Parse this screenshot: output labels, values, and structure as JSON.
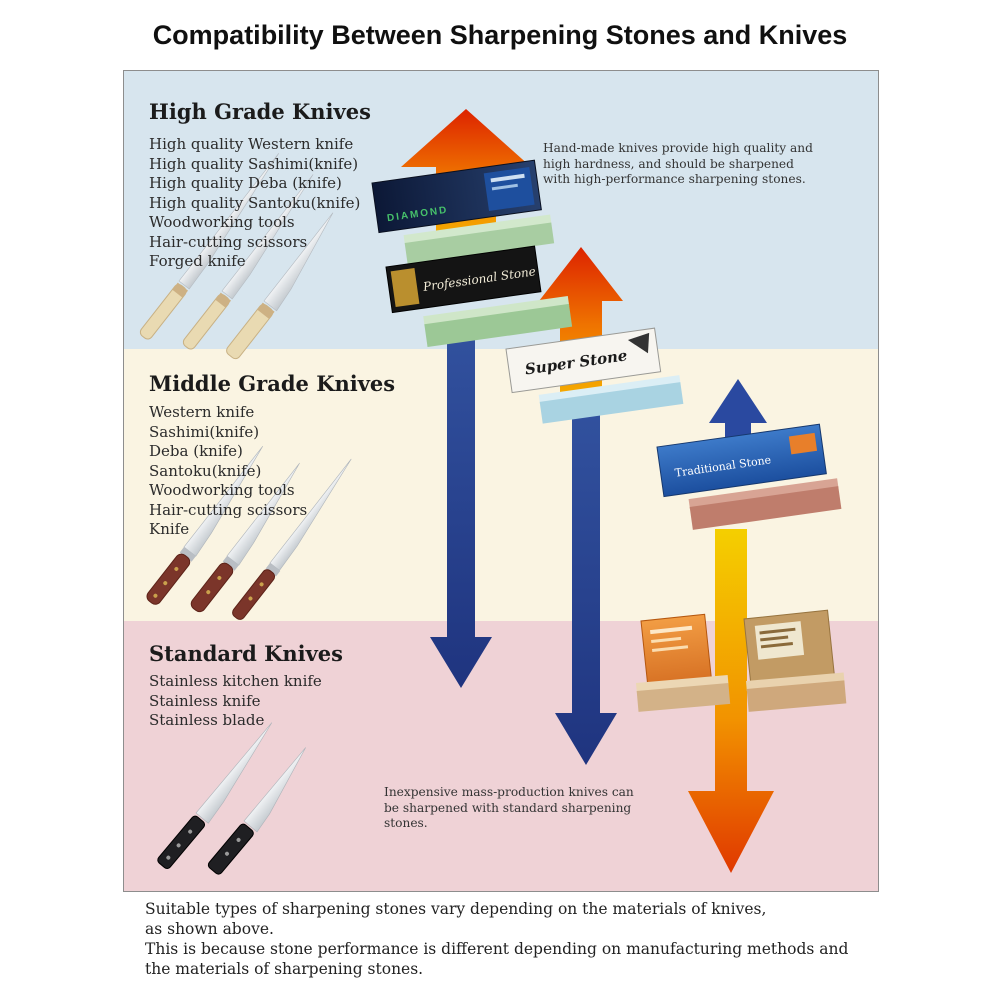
{
  "title": "Compatibility Between Sharpening Stones and Knives",
  "sections": {
    "high": {
      "heading": "High Grade Knives",
      "items": [
        "High quality Western knife",
        "High quality Sashimi(knife)",
        "High quality Deba (knife)",
        "High quality Santoku(knife)",
        "Woodworking tools",
        "Hair-cutting scissors",
        "Forged knife"
      ],
      "note": "Hand-made knives provide high quality and high hardness, and should be sharpened with high-performance sharpening stones."
    },
    "middle": {
      "heading": "Middle Grade Knives",
      "items": [
        "Western knife",
        "Sashimi(knife)",
        "Deba (knife)",
        "Santoku(knife)",
        "Woodworking tools",
        "Hair-cutting scissors",
        "Knife"
      ]
    },
    "standard": {
      "heading": "Standard Knives",
      "items": [
        "Stainless kitchen knife",
        "Stainless knife",
        "Stainless blade"
      ],
      "note": "Inexpensive mass-production knives can be sharpened with standard sharpening stones."
    }
  },
  "stones": {
    "diamond_label": "DIAMOND",
    "professional_label": "Professional Stone",
    "super_label": "Super Stone",
    "traditional_label": "Traditional Stone"
  },
  "footer": {
    "lines": [
      "Suitable types of sharpening stones vary depending on the materials of knives,",
      "as shown above.",
      "This is because stone performance is different depending on manufacturing methods and",
      "the materials of sharpening stones."
    ]
  },
  "colors": {
    "band_high": "#d7e5ee",
    "band_middle": "#faf4e2",
    "band_standard": "#efd2d6",
    "arrow_up_orange": "#ef7300",
    "arrow_blue": "#2a49a0",
    "arrow_hot_down": "#f29300"
  }
}
